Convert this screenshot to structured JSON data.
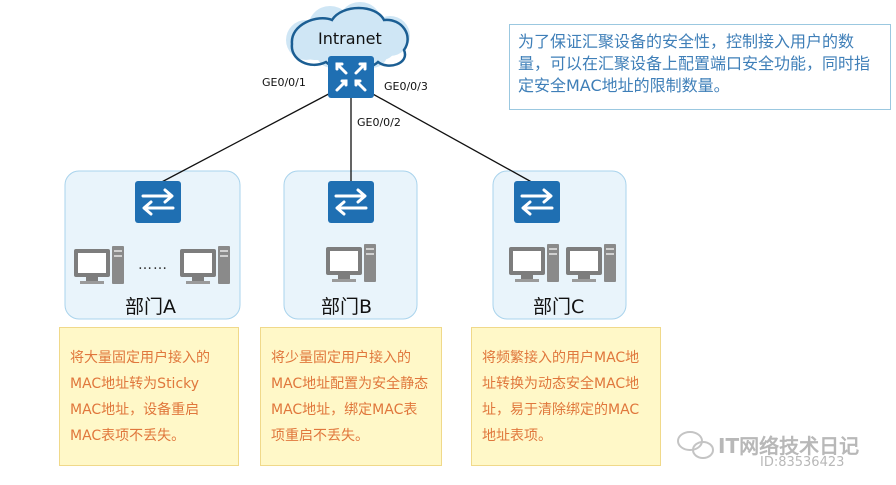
{
  "cloud": {
    "label": "Intranet"
  },
  "ports": {
    "p1": "GE0/0/1",
    "p2": "GE0/0/2",
    "p3": "GE0/0/3"
  },
  "note": "为了保证汇聚设备的安全性，控制接入用户的数量，可以在汇聚设备上配置端口安全功能，同时指定安全MAC地址的限制数量。",
  "departments": [
    {
      "name": "部门A",
      "dots": "……",
      "desc": "将大量固定用户接入的MAC地址转为Sticky MAC地址，设备重启MAC表项不丢失。"
    },
    {
      "name": "部门B",
      "desc": "将少量固定用户接入的MAC地址配置为安全静态MAC地址，绑定MAC表项重启不丢失。"
    },
    {
      "name": "部门C",
      "desc": "将频繁接入的用户MAC地址转换为动态安全MAC地址，易于清除绑定的MAC地址表项。"
    }
  ],
  "watermark": {
    "line1": "IT网络技术日记",
    "line2": "ID:83536423"
  },
  "colors": {
    "switch": "#1f6fb2",
    "panel": "#e9f4fb",
    "panelBorder": "#a9d3ec",
    "noteText": "#3f7fb8",
    "descText": "#e0773c",
    "descBg": "#fff8c8"
  }
}
